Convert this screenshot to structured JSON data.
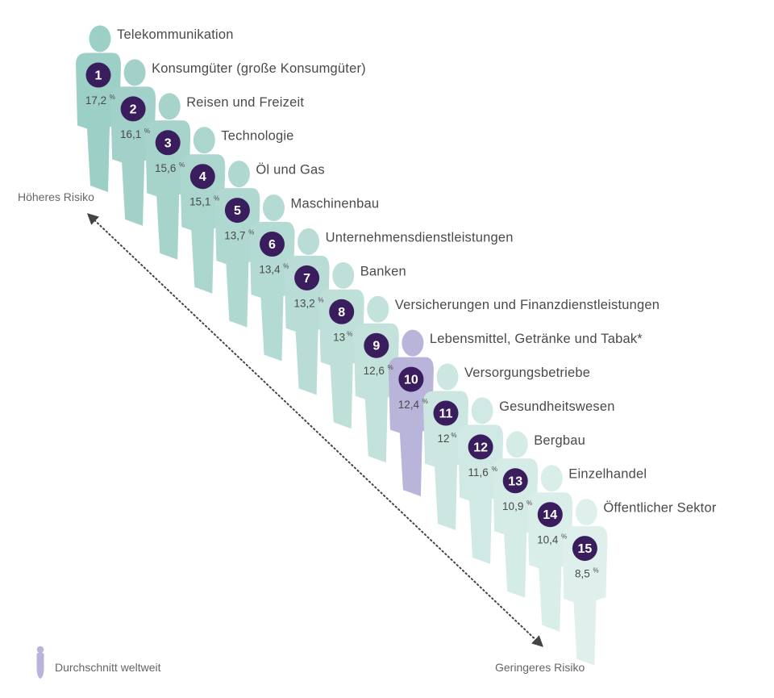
{
  "chart_data": {
    "type": "bar",
    "categories": [
      "Telekommunikation",
      "Konsumgüter (große Konsumgüter)",
      "Reisen und Freizeit",
      "Technologie",
      "Öl und Gas",
      "Maschinenbau",
      "Unternehmensdienstleistungen",
      "Banken",
      "Versicherungen und Finanzdienstleistungen",
      "Lebensmittel, Getränke und Tabak*",
      "Versorgungsbetriebe",
      "Gesundheitswesen",
      "Bergbau",
      "Einzelhandel",
      "Öffentlicher Sektor"
    ],
    "ranks": [
      "1",
      "2",
      "3",
      "4",
      "5",
      "6",
      "7",
      "8",
      "9",
      "10",
      "11",
      "12",
      "13",
      "14",
      "15"
    ],
    "values": [
      17.2,
      16.1,
      15.6,
      15.1,
      13.7,
      13.4,
      13.2,
      13,
      12.6,
      12.4,
      12,
      11.6,
      10.9,
      10.4,
      8.5
    ],
    "value_labels": [
      "17,2",
      "16,1",
      "15,6",
      "15,1",
      "13,7",
      "13,4",
      "13,2",
      "13",
      "12,6",
      "12,4",
      "12",
      "11,6",
      "10,9",
      "10,4",
      "8,5"
    ],
    "unit": "%",
    "highlight_index": 9,
    "axis_labels": {
      "high": "Höheres Risiko",
      "low": "Geringeres Risiko"
    },
    "legend": [
      {
        "label": "Durchschnitt weltweit",
        "color": "#b9b4d9"
      }
    ],
    "colors": {
      "figure_start": "#9ccfc5",
      "figure_end": "#dff0ec",
      "highlight_figure": "#b9b4d9",
      "badge": "#3a1d5c",
      "badge_text": "#ffffff",
      "text": "#4a4a4a",
      "axis_text": "#666666",
      "arrow": "#444444"
    }
  }
}
